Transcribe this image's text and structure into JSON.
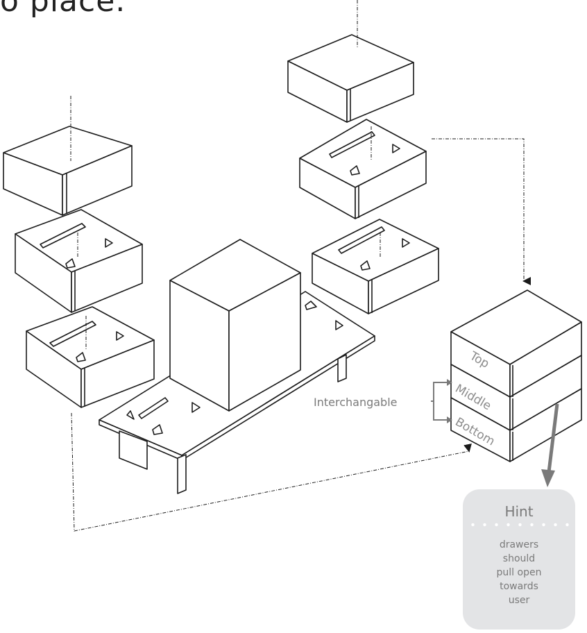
{
  "heading": {
    "partial_text": "o place."
  },
  "stack_labels": {
    "top": "Top",
    "middle": "Middle",
    "bottom": "Bottom"
  },
  "bracket_label": "Interchangable",
  "hint": {
    "title": "Hint",
    "text": "drawers\nshould\npull open\ntowards\nuser"
  },
  "colors": {
    "line": "#1a1a1a",
    "annotation_gray": "#7a7a7a",
    "hint_background": "#e3e4e6"
  }
}
